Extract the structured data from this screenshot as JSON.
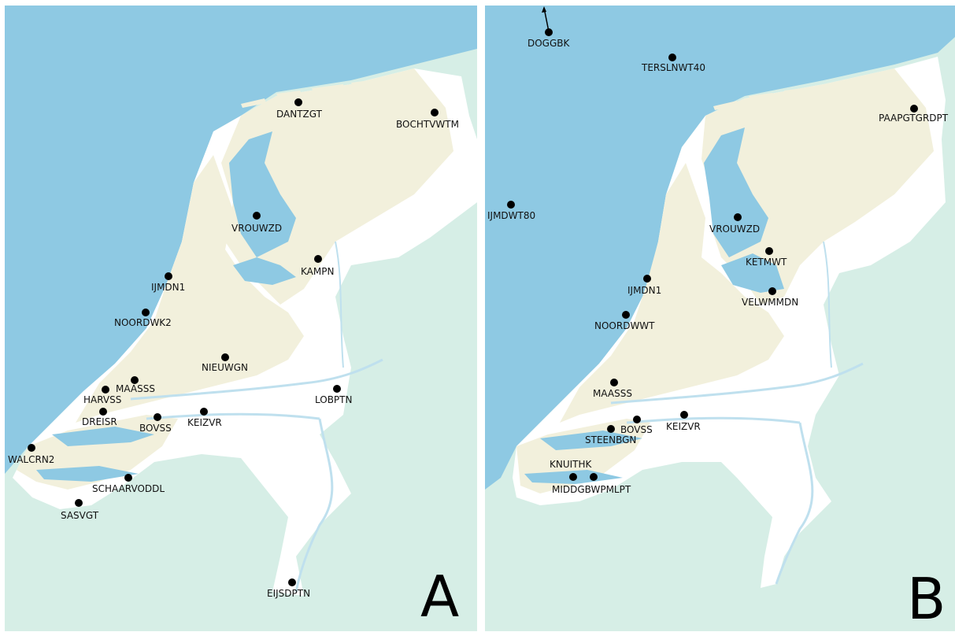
{
  "colors": {
    "sea": "#8ec9e3",
    "land_foreign": "#d6eee6",
    "land_nl": "#ffffff",
    "urban_low": "#f2f0dc",
    "river": "#bfe0ee",
    "marker": "#000000"
  },
  "panels": [
    {
      "letter": "A",
      "stations": [
        {
          "name": "DANTZGT"
        },
        {
          "name": "BOCHTVWTM"
        },
        {
          "name": "VROUWZD"
        },
        {
          "name": "KAMPN"
        },
        {
          "name": "IJMDN1"
        },
        {
          "name": "NOORDWK2"
        },
        {
          "name": "NIEUWGN"
        },
        {
          "name": "MAASSS"
        },
        {
          "name": "HARVSS"
        },
        {
          "name": "LOBPTN"
        },
        {
          "name": "DREISR"
        },
        {
          "name": "BOVSS"
        },
        {
          "name": "KEIZVR"
        },
        {
          "name": "WALCRN2"
        },
        {
          "name": "SCHAARVODDL"
        },
        {
          "name": "SASVGT"
        },
        {
          "name": "EIJSDPTN"
        }
      ]
    },
    {
      "letter": "B",
      "stations": [
        {
          "name": "DOGGBK"
        },
        {
          "name": "TERSLNWT40"
        },
        {
          "name": "PAAPGTGRDPT"
        },
        {
          "name": "IJMDWT80"
        },
        {
          "name": "VROUWZD"
        },
        {
          "name": "KETMWT"
        },
        {
          "name": "IJMDN1"
        },
        {
          "name": "VELWMMDN"
        },
        {
          "name": "NOORDWWT"
        },
        {
          "name": "MAASSS"
        },
        {
          "name": "BOVSS"
        },
        {
          "name": "KEIZVR"
        },
        {
          "name": "STEENBGN"
        },
        {
          "name": "KNUITHK"
        },
        {
          "name": "MIDDGBWPMLPT"
        }
      ]
    }
  ]
}
